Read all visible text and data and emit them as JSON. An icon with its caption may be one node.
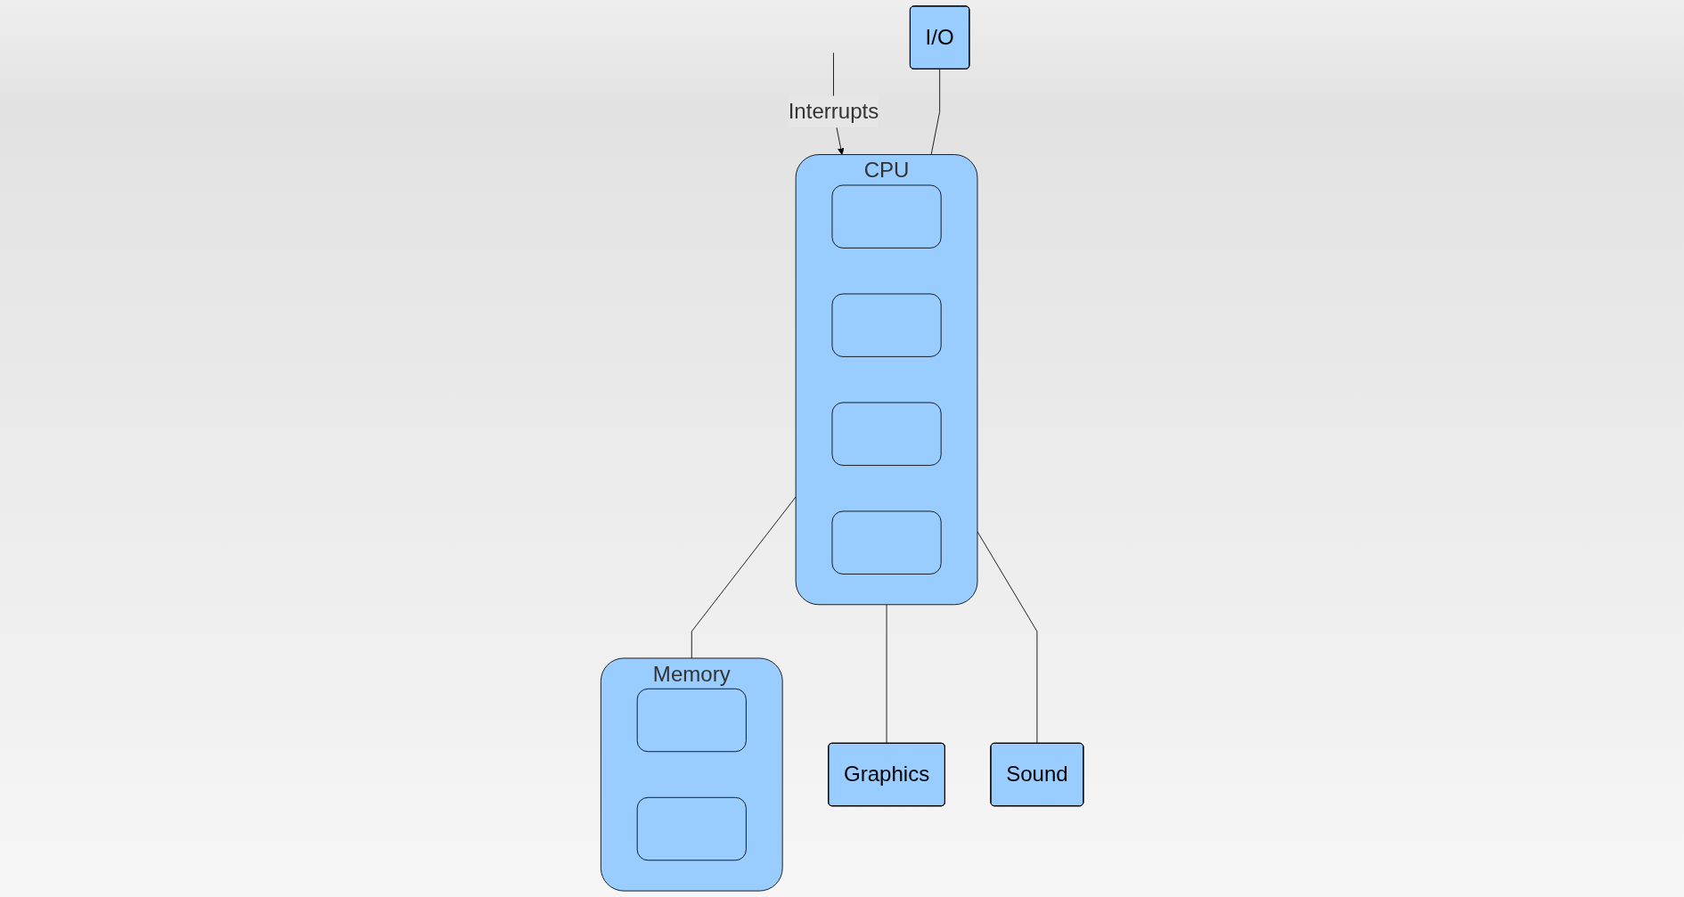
{
  "diagram": {
    "nodes": [
      {
        "text": [
          "CPU"
        ]
      },
      {
        "text": [],
        "shape": "box",
        "in": 0
      },
      {
        "text": [],
        "shape": "box",
        "in": 0
      },
      {
        "text": [],
        "shape": "box",
        "in": 0
      },
      {
        "text": [],
        "shape": "box",
        "in": 0
      },
      {
        "text": [
          "I/O"
        ]
      },
      {
        "text": [
          "Memory"
        ]
      },
      {
        "text": [],
        "shape": "box",
        "in": 6
      },
      {
        "text": [],
        "shape": "box",
        "in": 6
      },
      {
        "text": [
          "Graphics"
        ]
      },
      {
        "text": [
          "Sound"
        ]
      }
    ],
    "edges": [
      {
        "from": null,
        "to": 0,
        "arrow": "to",
        "label": "Interrupts"
      },
      {
        "from": 5,
        "to": 0,
        "arrow": "none"
      },
      {
        "from": 0,
        "to": 6,
        "arrow": "none"
      },
      {
        "from": 0,
        "to": 9,
        "arrow": "none"
      },
      {
        "from": 0,
        "to": 10,
        "arrow": "none"
      }
    ]
  }
}
